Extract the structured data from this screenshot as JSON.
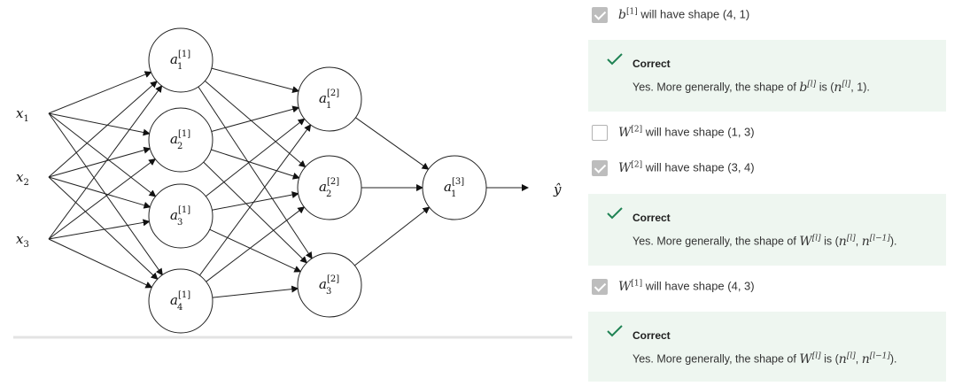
{
  "diagram": {
    "inputs": [
      {
        "base": "x",
        "sub": "1"
      },
      {
        "base": "x",
        "sub": "2"
      },
      {
        "base": "x",
        "sub": "3"
      }
    ],
    "layers": [
      {
        "nodes": [
          {
            "base": "a",
            "sup": "[1]",
            "sub": "1"
          },
          {
            "base": "a",
            "sup": "[1]",
            "sub": "2"
          },
          {
            "base": "a",
            "sup": "[1]",
            "sub": "3"
          },
          {
            "base": "a",
            "sup": "[1]",
            "sub": "4"
          }
        ]
      },
      {
        "nodes": [
          {
            "base": "a",
            "sup": "[2]",
            "sub": "1"
          },
          {
            "base": "a",
            "sup": "[2]",
            "sub": "2"
          },
          {
            "base": "a",
            "sup": "[2]",
            "sub": "3"
          }
        ]
      },
      {
        "nodes": [
          {
            "base": "a",
            "sup": "[3]",
            "sub": "1"
          }
        ]
      }
    ],
    "output": "ŷ"
  },
  "quiz": {
    "options": [
      {
        "symbol": "b",
        "sup": "[1]",
        "text": "will have shape (4, 1)",
        "checked": true
      },
      {
        "symbol": "W",
        "sup": "[2]",
        "text": "will have shape (1, 3)",
        "checked": false
      },
      {
        "symbol": "W",
        "sup": "[2]",
        "text": "will have shape (3, 4)",
        "checked": true
      },
      {
        "symbol": "W",
        "sup": "[1]",
        "text": "will have shape (4, 3)",
        "checked": true
      }
    ],
    "feedback": [
      {
        "title": "Correct",
        "prefix": "Yes. More generally, the shape of",
        "symbol": "b",
        "sup": "[l]",
        "mid": "is (",
        "e1": "n",
        "e1sup": "[l]",
        "sep": ",",
        "e2": "",
        "e2sup": "",
        "suffix": "1)."
      },
      {
        "title": "Correct",
        "prefix": "Yes. More generally, the shape of",
        "symbol": "W",
        "sup": "[l]",
        "mid": "is (",
        "e1": "n",
        "e1sup": "[l]",
        "sep": ",",
        "e2": "n",
        "e2sup": "[l−1]",
        "suffix": ")."
      },
      {
        "title": "Correct",
        "prefix": "Yes. More generally, the shape of",
        "symbol": "W",
        "sup": "[l]",
        "mid": "is (",
        "e1": "n",
        "e1sup": "[l]",
        "sep": ",",
        "e2": "n",
        "e2sup": "[l−1]",
        "suffix": ")."
      }
    ],
    "colors": {
      "correct": "#1f8354",
      "feedback_bg": "#eef6f0",
      "checked_box": "#bdbdbd"
    }
  }
}
